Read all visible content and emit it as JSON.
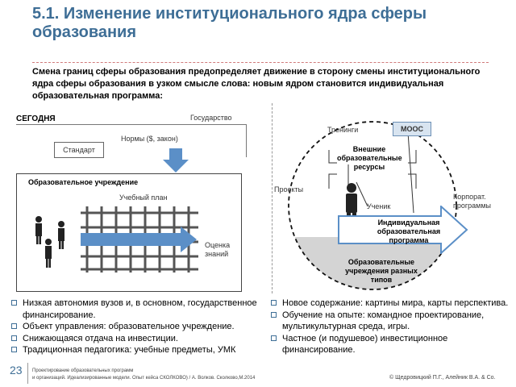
{
  "header": {
    "title": "5.1. Изменение институционального ядра сферы образования",
    "intro": "Смена границ сферы образования предопределяет движение в сторону смены институционального ядра сферы образования в узком смысле слова: новым ядром становится индивидуальная образовательная программа:"
  },
  "left_diagram": {
    "today": "СЕГОДНЯ",
    "state": "Государство",
    "norms": "Нормы ($, закон)",
    "standard": "Стандарт",
    "institution": "Образовательное учреждение",
    "curriculum": "Учебный план",
    "assessment": "Оценка знаний"
  },
  "right_diagram": {
    "trainings": "Тренинги",
    "mooc": "MOOC",
    "external": "Внешние образовательные ресурсы",
    "projects": "Проекты",
    "student": "Ученик",
    "corporate": "Корпорат. программы",
    "iep": "Индивидуальная образовательная программа",
    "institutions": "Образовательные учреждения разных типов"
  },
  "left_bullets": [
    "Низкая автономия вузов и, в основном, государственное финансирование.",
    "Объект управления: образовательное учреждение.",
    "Снижающаяся отдача на инвестиции.",
    "Традиционная педагогика: учебные предметы, УМК"
  ],
  "right_bullets": [
    "Новое содержание: картины мира, карты перспектива.",
    "Обучение на опыте: командное проектирование, мультикультурная среда, игры.",
    "Частное (и подушевое) инвестиционное финансирование."
  ],
  "footer": {
    "page_number": "23",
    "source_line1": "Проектирование образовательных программ",
    "source_line2": "и организаций. Идеализированные модели. Опыт кейса СКОЛКОВО) / А. Волков. Сколково,М.2014",
    "copyright": "© Щедровицкий П.Г., Алейник В.А. & Co."
  },
  "colors": {
    "title": "#3e6e96",
    "arrow": "#5b8fc7",
    "mooc_bg": "#d8e4f0",
    "bottom_fill": "#d4d4d4"
  }
}
